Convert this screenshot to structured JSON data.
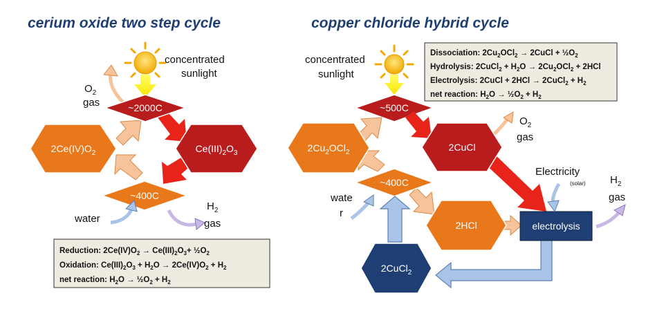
{
  "titles": {
    "cerium": "cerium oxide two step cycle",
    "copper": "copper chloride hybrid cycle"
  },
  "colors": {
    "title": "#1f3f74",
    "orange": "#e8781a",
    "dark_red": "#b81c1c",
    "red_arrow": "#e8241a",
    "navy": "#1f3f74",
    "light_orange": "#f6c39a",
    "light_blue": "#a9c4e6",
    "lavender": "#c8b8e6",
    "sun": "#f5b700",
    "box_bg": "#eeebe0"
  },
  "cerium": {
    "sun_label_line1": "concentrated",
    "sun_label_line2": "sunlight",
    "o2_label": "O2",
    "o2_gas": "gas",
    "hot_node": "~2000C",
    "cold_node": "~400C",
    "left_node": "2Ce(IV)O2",
    "right_node": "Ce(III)2O3",
    "water_label": "water",
    "h2_label": "H2",
    "h2_gas": "gas",
    "equations": [
      "Reduction: 2Ce(IV)O2 → Ce(III)2O3+ ½O2",
      "Oxidation: Ce(III)2O3 + H2O → 2Ce(IV)O2 + H2",
      "net reaction: H2O → ½O2 + H2"
    ]
  },
  "copper": {
    "sun_label_line1": "concentrated",
    "sun_label_line2": "sunlight",
    "hot_node": "~500C",
    "cold_node": "~400C",
    "left_node": "2Cu2OCl2",
    "cucl_node": "2CuCl",
    "hcl_node": "2HCl",
    "cucl2_node": "2CuCl2",
    "electrolysis_node": "electrolysis",
    "o2_label": "O2",
    "o2_gas": "gas",
    "electricity_label": "Electricity",
    "solar_label": "(solar)",
    "h2_label": "H2",
    "h2_gas": "gas",
    "water_line1": "wate",
    "water_line2": "r",
    "equations": [
      "Dissociation: 2Cu2OCl2 → 2CuCl + ½O2",
      "Hydrolysis: 2CuCl2 + H2O → 2Cu2OCl2 + 2HCl",
      "Electrolysis: 2CuCl + 2HCl → 2CuCl2 + H2",
      "net reaction: H2O → ½O2 + H2"
    ]
  }
}
